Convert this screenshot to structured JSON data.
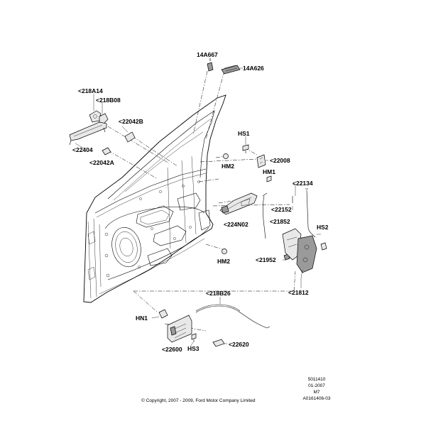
{
  "labels": {
    "l14A667": "14A667",
    "l14A626": "14A626",
    "l218A14": "<218A14",
    "l218B08": "<218B08",
    "l22042B": "<22042B",
    "l22404": "<22404",
    "l22042A": "<22042A",
    "lHS1": "HS1",
    "lHM2a": "HM2",
    "l22008": "<22008",
    "lHM1": "HM1",
    "l22134": "<22134",
    "l22152": "<22152",
    "l21852": "<21852",
    "l224N02": "<224N02",
    "lHS2": "HS2",
    "lHM2b": "HM2",
    "l21952": "<21952",
    "l21812": "<21812",
    "l218B26": "<218B26",
    "lHN1": "HN1",
    "l22600": "<22600",
    "lHS3": "HS3",
    "l22620": "<22620"
  },
  "reference": {
    "line1": "5011410",
    "line2": "01-2007",
    "line3": "M7",
    "line4": "A0161406-03"
  },
  "copyright": "© Copyright, 2007 - 2009, Ford Motor Company Limited"
}
